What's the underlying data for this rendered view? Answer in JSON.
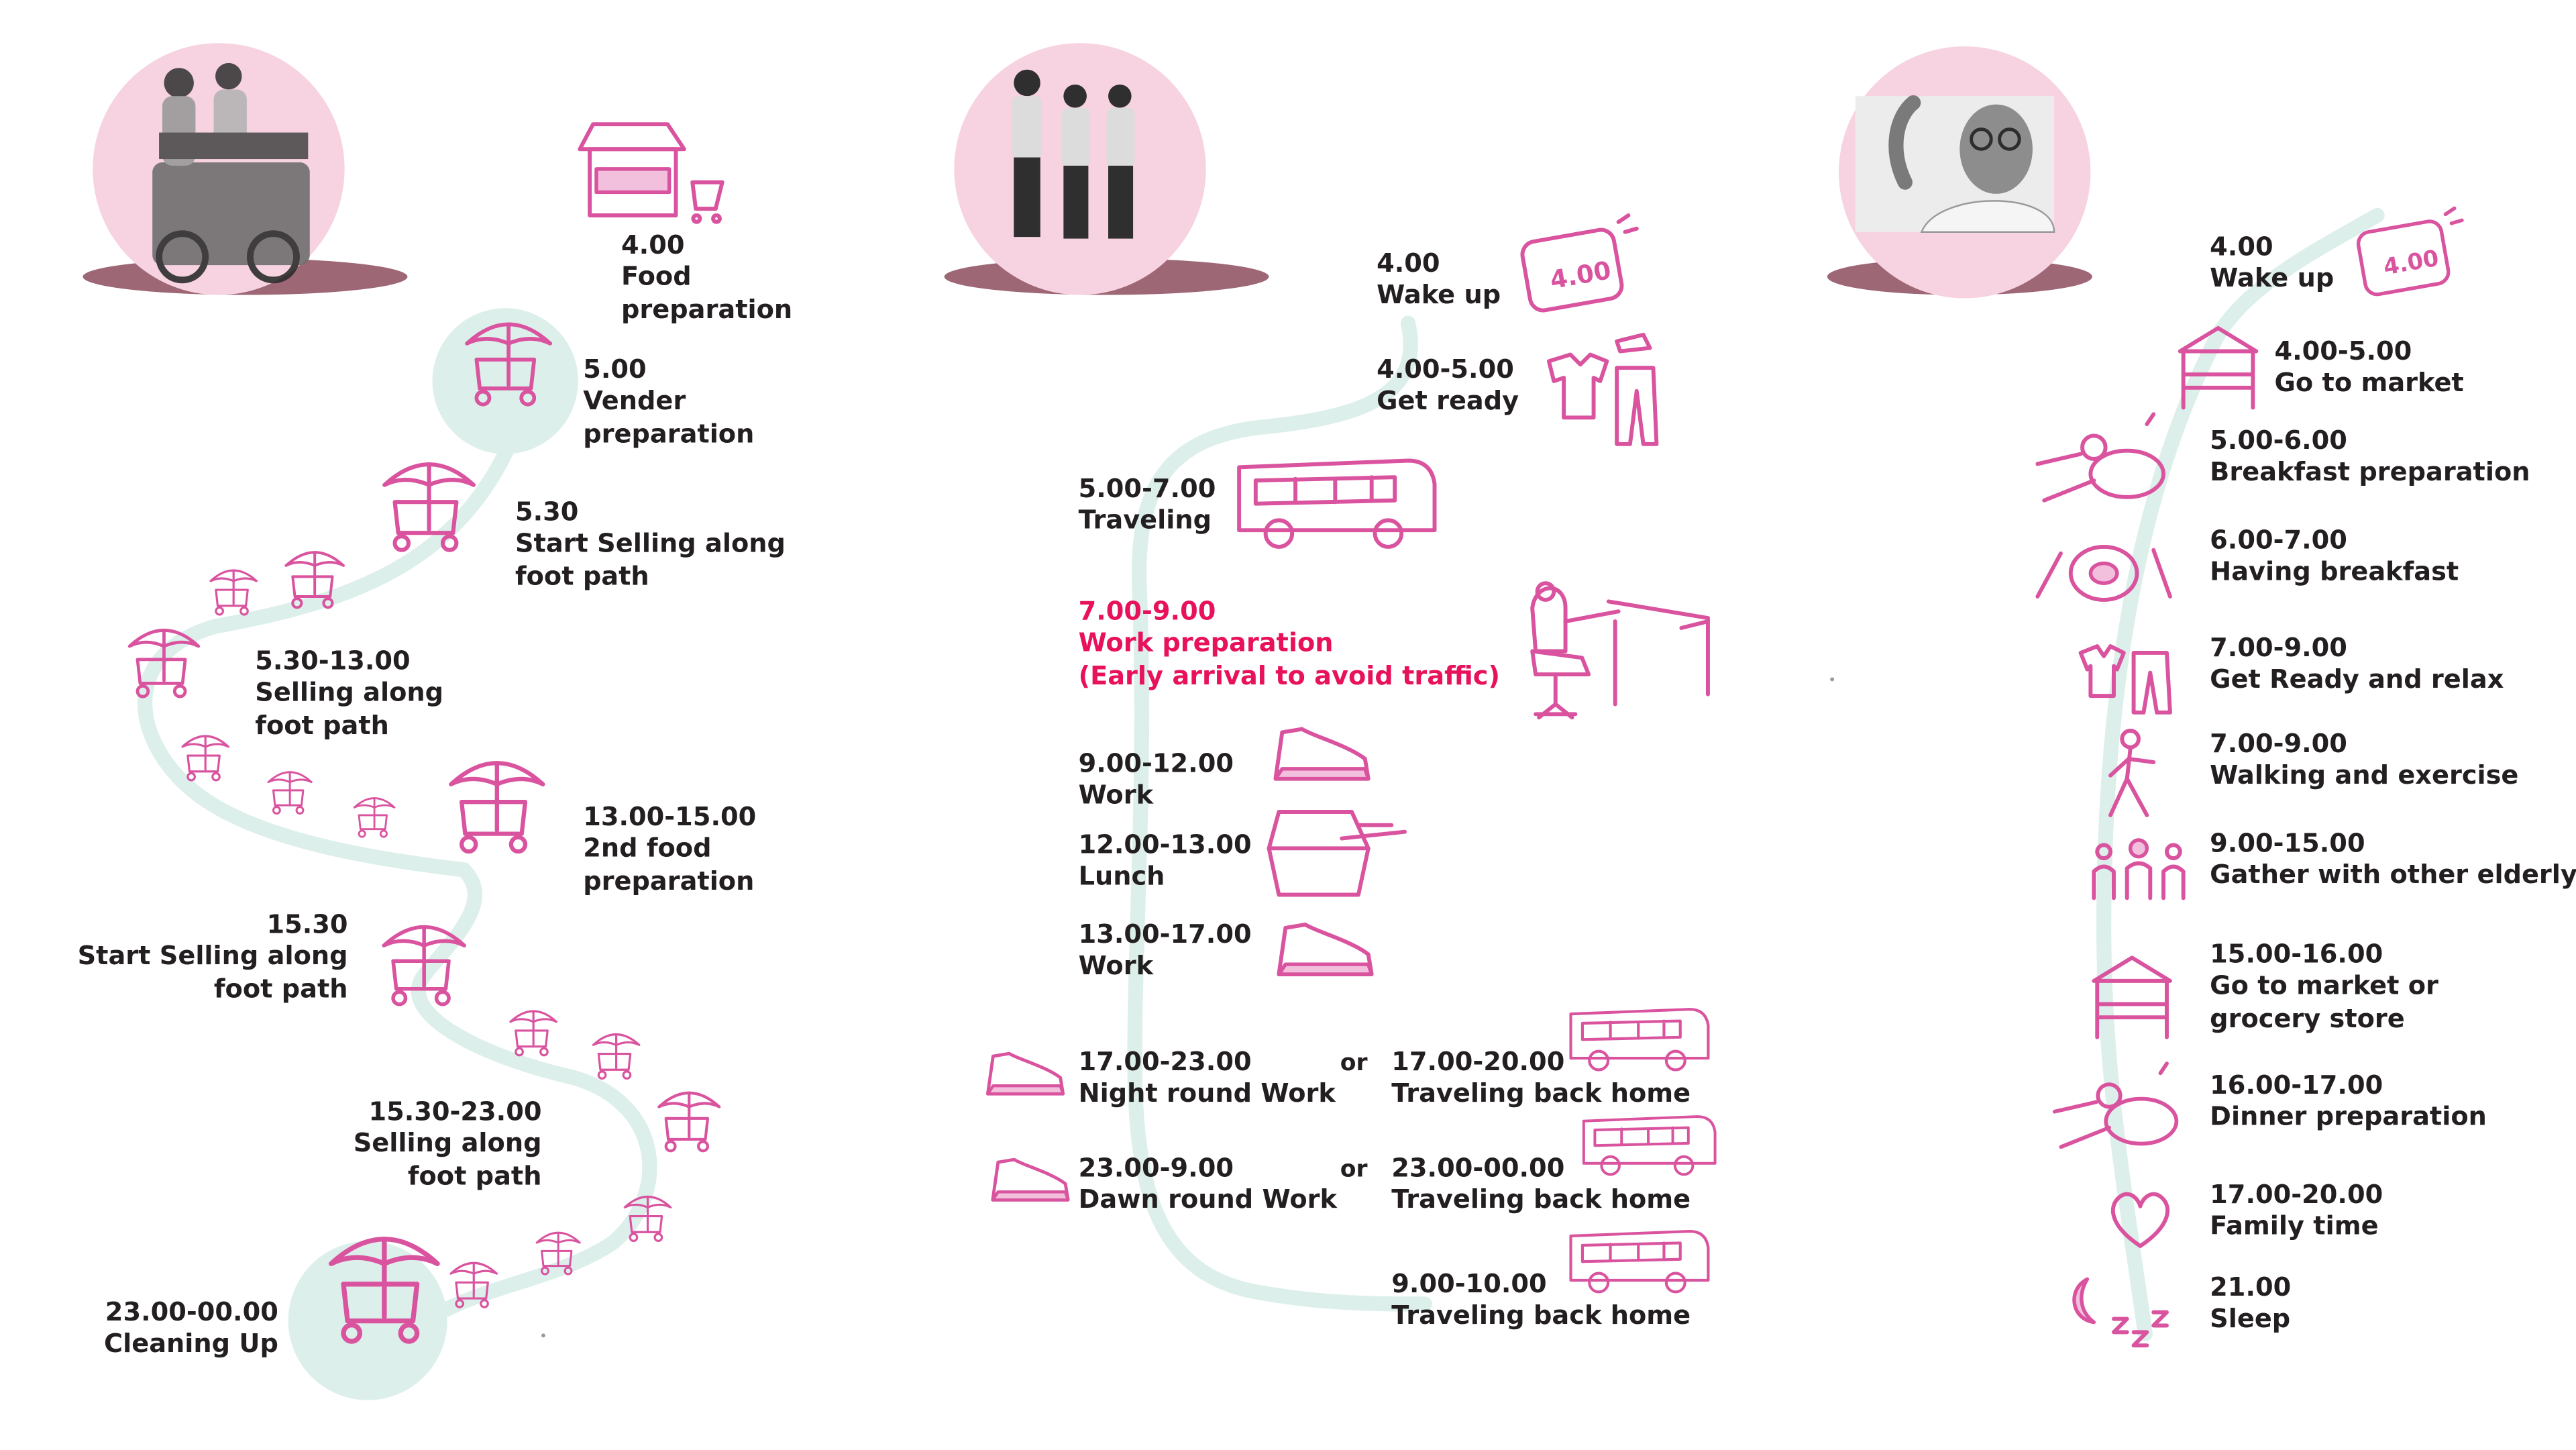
{
  "colors": {
    "accent_pink": "#d9539f",
    "highlight_red": "#e8115b",
    "path_mint": "#dcefeb",
    "avatar_circle": "#f7d2e0",
    "avatar_shadow": "#9e6776",
    "text": "#231f20"
  },
  "vendor": {
    "avatar": "street-vendors-photo",
    "steps": [
      {
        "time": "4.00",
        "label": "Food\npreparation",
        "icon": "food-stall-icon"
      },
      {
        "time": "5.00",
        "label": "Vender\npreparation",
        "icon": "cart-umbrella-icon"
      },
      {
        "time": "5.30",
        "label": "Start Selling along\nfoot path",
        "icon": "cart-umbrella-icon"
      },
      {
        "time": "5.30-13.00",
        "label": "Selling along\nfoot path",
        "icon": "cart-umbrella-icon"
      },
      {
        "time": "13.00-15.00",
        "label": "2nd food\npreparation",
        "icon": "cart-umbrella-icon"
      },
      {
        "time": "15.30",
        "label": "Start Selling along\nfoot path",
        "icon": "cart-umbrella-icon"
      },
      {
        "time": "15.30-23.00",
        "label": "Selling along\nfoot path",
        "icon": "cart-umbrella-icon"
      },
      {
        "time": "23.00-00.00",
        "label": "Cleaning Up",
        "icon": "closed-cart-icon"
      }
    ]
  },
  "guard": {
    "avatar": "security-guards-photo",
    "steps": [
      {
        "time": "4.00",
        "label": "Wake up",
        "icon": "alarm-clock-icon",
        "clock_text": "4.00"
      },
      {
        "time": "4.00-5.00",
        "label": "Get ready",
        "icon": "uniform-icon"
      },
      {
        "time": "5.00-7.00",
        "label": "Traveling",
        "icon": "bus-icon"
      },
      {
        "time": "7.00-9.00",
        "label": "Work preparation\n(Early arrival to avoid traffic)",
        "icon": "desk-icon",
        "highlight": true
      },
      {
        "time": "9.00-12.00",
        "label": "Work",
        "icon": "guard-cap-icon"
      },
      {
        "time": "12.00-13.00",
        "label": "Lunch",
        "icon": "lunchbox-icon"
      },
      {
        "time": "13.00-17.00",
        "label": "Work",
        "icon": "guard-cap-icon"
      }
    ],
    "alternatives": [
      {
        "work_time": "17.00-23.00",
        "work_label": "Night round Work",
        "or": "or",
        "travel_time": "17.00-20.00",
        "travel_label": "Traveling back home"
      },
      {
        "work_time": "23.00-9.00",
        "work_label": "Dawn round Work",
        "or": "or",
        "travel_time": "23.00-00.00",
        "travel_label": "Traveling back home"
      }
    ],
    "final": {
      "time": "9.00-10.00",
      "label": "Traveling back home",
      "icon": "bus-icon"
    }
  },
  "elder": {
    "avatar": "elderly-man-photo",
    "steps": [
      {
        "time": "4.00",
        "label": "Wake up",
        "icon": "alarm-clock-icon",
        "clock_text": "4.00"
      },
      {
        "time": "4.00-5.00",
        "label": "Go to market",
        "icon": "market-stall-icon"
      },
      {
        "time": "5.00-6.00",
        "label": "Breakfast preparation",
        "icon": "frying-pan-icon"
      },
      {
        "time": "6.00-7.00",
        "label": "Having breakfast",
        "icon": "plate-icon"
      },
      {
        "time": "7.00-9.00",
        "label": "Get Ready and relax",
        "icon": "clothes-icon"
      },
      {
        "time": "7.00-9.00",
        "label": "Walking and exercise",
        "icon": "walking-person-icon"
      },
      {
        "time": "9.00-15.00",
        "label": "Gather with other elderly",
        "icon": "group-people-icon"
      },
      {
        "time": "15.00-16.00",
        "label": "Go to market or\ngrocery store",
        "icon": "market-stall-icon"
      },
      {
        "time": "16.00-17.00",
        "label": "Dinner preparation",
        "icon": "frying-pan-icon"
      },
      {
        "time": "17.00-20.00",
        "label": "Family time",
        "icon": "heart-icon"
      },
      {
        "time": "21.00",
        "label": "Sleep",
        "icon": "moon-sleep-icon"
      }
    ]
  }
}
